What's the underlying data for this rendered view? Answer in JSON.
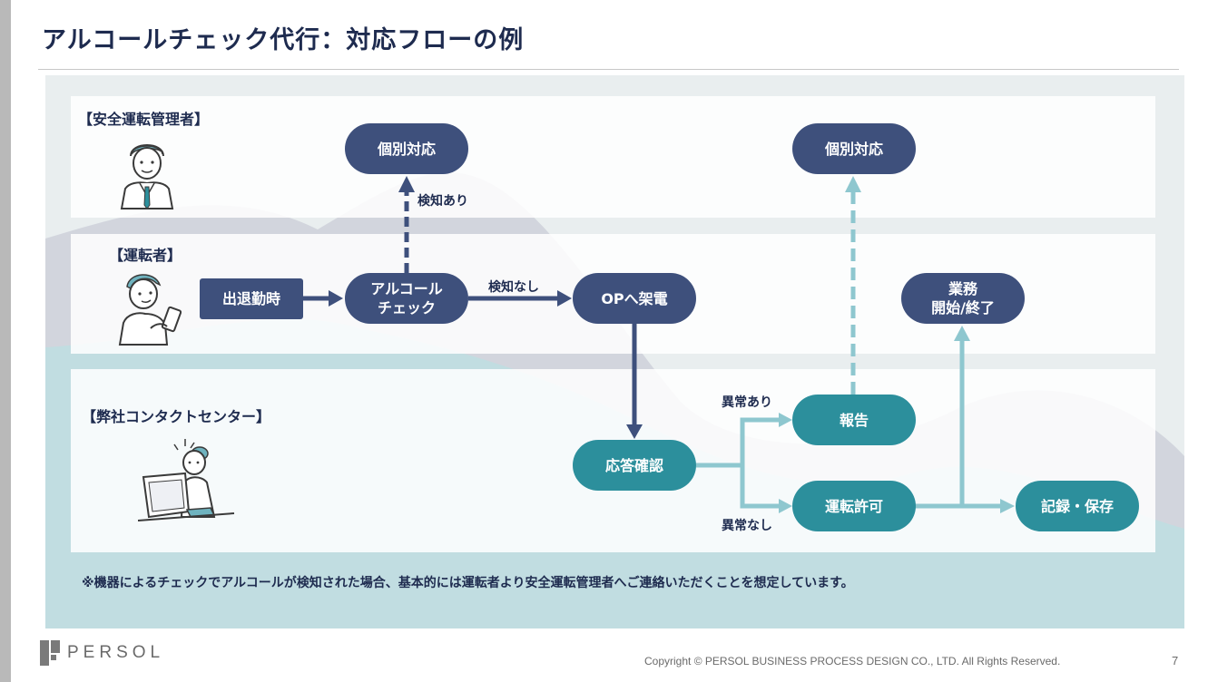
{
  "slide": {
    "title": "アルコールチェック代行：対応フローの例",
    "note": "※機器によるチェックでアルコールが検知された場合、基本的には運転者より安全運転管理者へご連絡いただくことを想定しています。",
    "page_number": "7"
  },
  "lanes": {
    "manager": "【安全運転管理者】",
    "driver": "【運転者】",
    "center": "【弊社コンタクトセンター】"
  },
  "nodes": {
    "shukkin": "出退勤時",
    "alcohol_check": "アルコール\nチェック",
    "kobetsu_left": "個別対応",
    "op_call": "OPへ架電",
    "outou": "応答確認",
    "houkoku": "報告",
    "kobetsu_right": "個別対応",
    "kyoka": "運転許可",
    "gyomu": "業務\n開始/終了",
    "kiroku": "記録・保存"
  },
  "edges": {
    "detected": "検知あり",
    "not_detected": "検知なし",
    "abnormal": "異常あり",
    "normal": "異常なし"
  },
  "colors": {
    "navy": "#3e507c",
    "teal": "#2c8f9c",
    "light_teal": "#8ec7cf"
  },
  "footer": {
    "logo_text": "PERSOL",
    "copyright": "Copyright © PERSOL BUSINESS PROCESS DESIGN CO., LTD. All Rights Reserved."
  }
}
